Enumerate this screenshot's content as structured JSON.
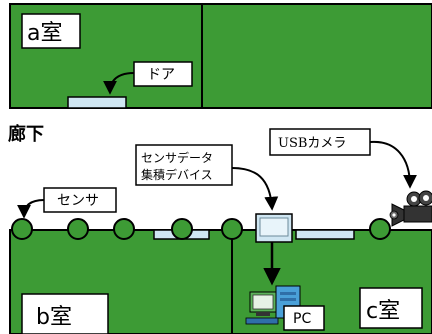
{
  "rooms": {
    "a": "a室",
    "b": "b室",
    "c": "c室"
  },
  "corridor": "廊下",
  "callouts": {
    "door": "ドア",
    "sensor": "センサ",
    "device_line1": "センサデータ",
    "device_line2": "集積デバイス",
    "camera": "USBカメラ",
    "pc": "PC"
  },
  "colors": {
    "room_fill": "#3d9b35",
    "device_fill": "#cfe6f2",
    "outline": "#000000"
  }
}
